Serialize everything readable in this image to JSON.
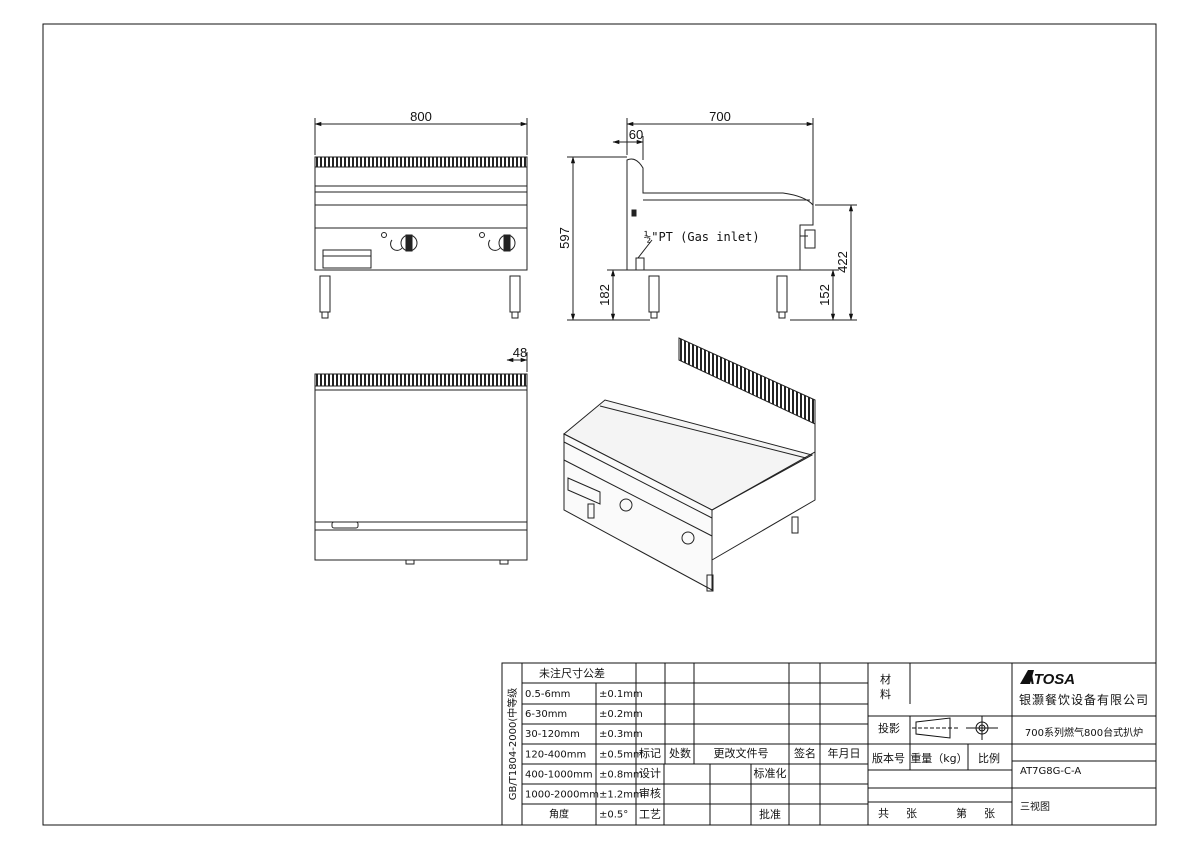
{
  "dimensions": {
    "front_width": "800",
    "side_depth": "700",
    "side_back": "60",
    "side_height": "597",
    "side_leg": "182",
    "side_right_height": "422",
    "side_right_leg": "152",
    "top_splash": "48",
    "gas_note_pre": "½",
    "gas_note_post": "\"PT (Gas inlet)"
  },
  "title_block": {
    "tolerance_title": "未注尺寸公差",
    "standard": "GB/T1804-2000(中等级",
    "tolerances": [
      {
        "range": "0.5-6mm",
        "tol": "±0.1mm"
      },
      {
        "range": "6-30mm",
        "tol": "±0.2mm"
      },
      {
        "range": "30-120mm",
        "tol": "±0.3mm"
      },
      {
        "range": "120-400mm",
        "tol": "±0.5mm"
      },
      {
        "range": "400-1000mm",
        "tol": "±0.8mm"
      },
      {
        "range": "1000-2000mm",
        "tol": "±1.2mm"
      },
      {
        "range": "角度",
        "tol": "±0.5°"
      }
    ],
    "rev_headers": [
      "标记",
      "处数",
      "更改文件号",
      "签名",
      "年月日"
    ],
    "design": "设计",
    "standardize": "标准化",
    "review": "审核",
    "process": "工艺",
    "approve": "批准",
    "material_1": "材",
    "material_2": "料",
    "projection": "投影",
    "version": "版本号",
    "weight": "重量（kg）",
    "scale": "比例",
    "sheets_total": "共",
    "sheets_zhang1": "张",
    "sheets_no": "第",
    "sheets_zhang2": "张",
    "logo": "ATOSA",
    "company": "银灏餐饮设备有限公司",
    "product": "700系列燃气800台式扒炉",
    "model": "AT7G8G-C-A",
    "view_type": "三视图"
  }
}
